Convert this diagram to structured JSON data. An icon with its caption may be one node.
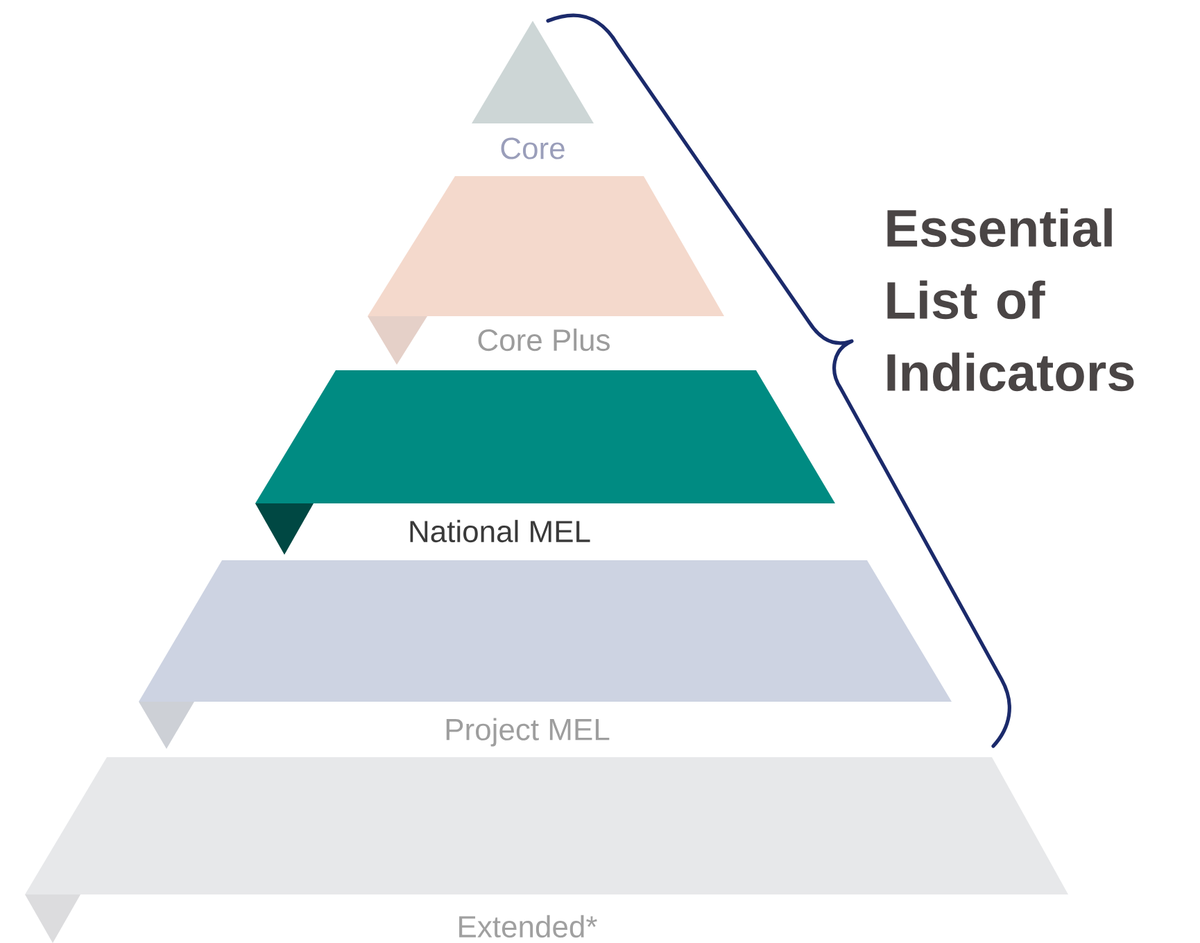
{
  "diagram": {
    "nodes": [
      {
        "text": [
          "Core"
        ]
      },
      {
        "text": [
          "Core Plus"
        ]
      },
      {
        "text": [
          "National MEL"
        ]
      },
      {
        "text": [
          "Project MEL"
        ]
      },
      {
        "text": [
          "Extended*"
        ]
      }
    ],
    "labels": [
      "Essential List of Indicators"
    ]
  }
}
